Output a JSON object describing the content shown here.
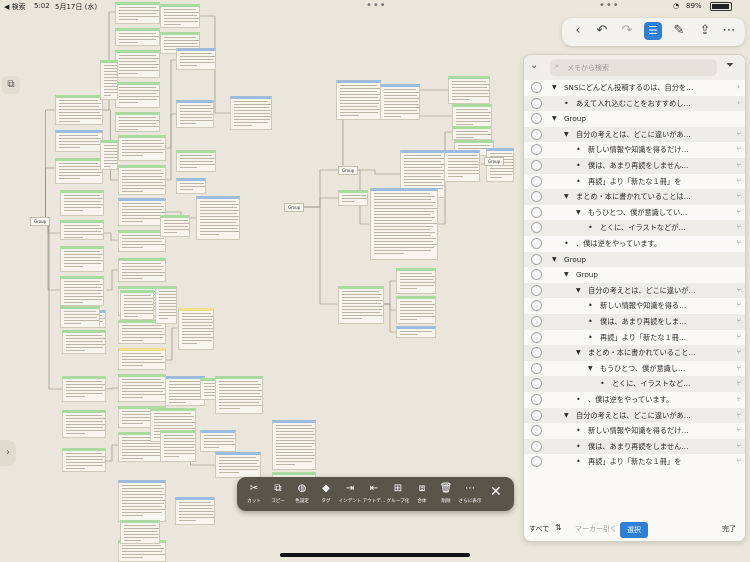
{
  "status_bar": {
    "back_label": "◀ 検索",
    "time": "5:02",
    "date": "5月17日 (水)",
    "battery": "89%"
  },
  "canvas": {
    "group_labels": [
      "Group",
      "Group",
      "Group",
      "Group"
    ]
  },
  "toolbar": {
    "icons": [
      "chevron-left-icon",
      "undo-icon",
      "redo-icon",
      "outline-icon",
      "pen-icon",
      "share-icon",
      "more-icon"
    ]
  },
  "outline": {
    "search_placeholder": "メモから検索",
    "rows": [
      {
        "indent": 0,
        "tri": "▼",
        "text": "SNSにどんどん投稿するのは、自分を…",
        "trail": "›"
      },
      {
        "indent": 1,
        "tri": "•",
        "text": "あえて入れ込むことをおすすめし…",
        "trail": "›"
      },
      {
        "indent": 0,
        "tri": "▼",
        "text": "Group",
        "trail": ""
      },
      {
        "indent": 1,
        "tri": "▼",
        "text": "自分の考えとは、どこに違いがあ…",
        "trail": "⑂"
      },
      {
        "indent": 2,
        "tri": "•",
        "text": "新しい情報や知識を得るだけ…",
        "trail": "⑂"
      },
      {
        "indent": 2,
        "tri": "•",
        "text": "僕は、あまり再読をしません…",
        "trail": "⑂"
      },
      {
        "indent": 2,
        "tri": "•",
        "text": "再読」より「新たな１冊」を",
        "trail": "⑂"
      },
      {
        "indent": 1,
        "tri": "▼",
        "text": "まとめ・本に書かれていることは…",
        "trail": "⑂"
      },
      {
        "indent": 2,
        "tri": "▼",
        "text": "もうひとつ、僕が意識してい…",
        "trail": "⑂"
      },
      {
        "indent": 3,
        "tri": "•",
        "text": "とくに、イラストなどが…",
        "trail": "⑂"
      },
      {
        "indent": 1,
        "tri": "•",
        "text": "、僕は逆をやっています。",
        "trail": "⑂"
      },
      {
        "indent": 0,
        "tri": "▼",
        "text": "Group",
        "trail": ""
      },
      {
        "indent": 1,
        "tri": "▼",
        "text": "Group",
        "trail": ""
      },
      {
        "indent": 2,
        "tri": "▼",
        "text": "自分の考えとは、どこに違いが…",
        "trail": "⑂"
      },
      {
        "indent": 3,
        "tri": "•",
        "text": "新しい情報や知識を得る…",
        "trail": "⑂"
      },
      {
        "indent": 3,
        "tri": "•",
        "text": "僕は、あまり再読をしま…",
        "trail": "⑂"
      },
      {
        "indent": 3,
        "tri": "•",
        "text": "再読」より「新たな１冊…",
        "trail": "⑂"
      },
      {
        "indent": 2,
        "tri": "▼",
        "text": "まとめ・本に書かれていること…",
        "trail": "⑂"
      },
      {
        "indent": 3,
        "tri": "▼",
        "text": "もうひとつ、僕が意識し…",
        "trail": "⑂"
      },
      {
        "indent": 4,
        "tri": "•",
        "text": "とくに、イラストなど…",
        "trail": "⑂"
      },
      {
        "indent": 2,
        "tri": "•",
        "text": "、僕は逆をやっています。",
        "trail": "⑂"
      },
      {
        "indent": 1,
        "tri": "▼",
        "text": "自分の考えとは、どこに違いがあ…",
        "trail": "⑂"
      },
      {
        "indent": 2,
        "tri": "•",
        "text": "新しい情報や知識を得るだけ…",
        "trail": "⑂"
      },
      {
        "indent": 2,
        "tri": "•",
        "text": "僕は、あまり再読をしません…",
        "trail": "⑂"
      },
      {
        "indent": 2,
        "tri": "•",
        "text": "再読」より「新たな１冊」を",
        "trail": "⑂"
      }
    ],
    "footer": {
      "all": "すべて",
      "sort_icon": "sort-icon",
      "marker": "マーカー引く",
      "select": "選択",
      "done": "完了"
    }
  },
  "edit_bar": {
    "items": [
      {
        "icon": "scissors-icon",
        "glyph": "✂",
        "label": "カット"
      },
      {
        "icon": "copy-icon",
        "glyph": "⧉",
        "label": "コピー"
      },
      {
        "icon": "palette-icon",
        "glyph": "◍",
        "label": "色設定"
      },
      {
        "icon": "tag-icon",
        "glyph": "◆",
        "label": "タグ"
      },
      {
        "icon": "indent-icon",
        "glyph": "⇥",
        "label": "インデント"
      },
      {
        "icon": "outdent-icon",
        "glyph": "⇤",
        "label": "アウトデ…"
      },
      {
        "icon": "group-icon",
        "glyph": "⊞",
        "label": "グループ化"
      },
      {
        "icon": "merge-icon",
        "glyph": "⧈",
        "label": "合体"
      },
      {
        "icon": "trash-icon",
        "glyph": "🗑",
        "label": "削除"
      },
      {
        "icon": "more-icon",
        "glyph": "⋯",
        "label": "さらに表示"
      }
    ],
    "close_glyph": "✕"
  }
}
